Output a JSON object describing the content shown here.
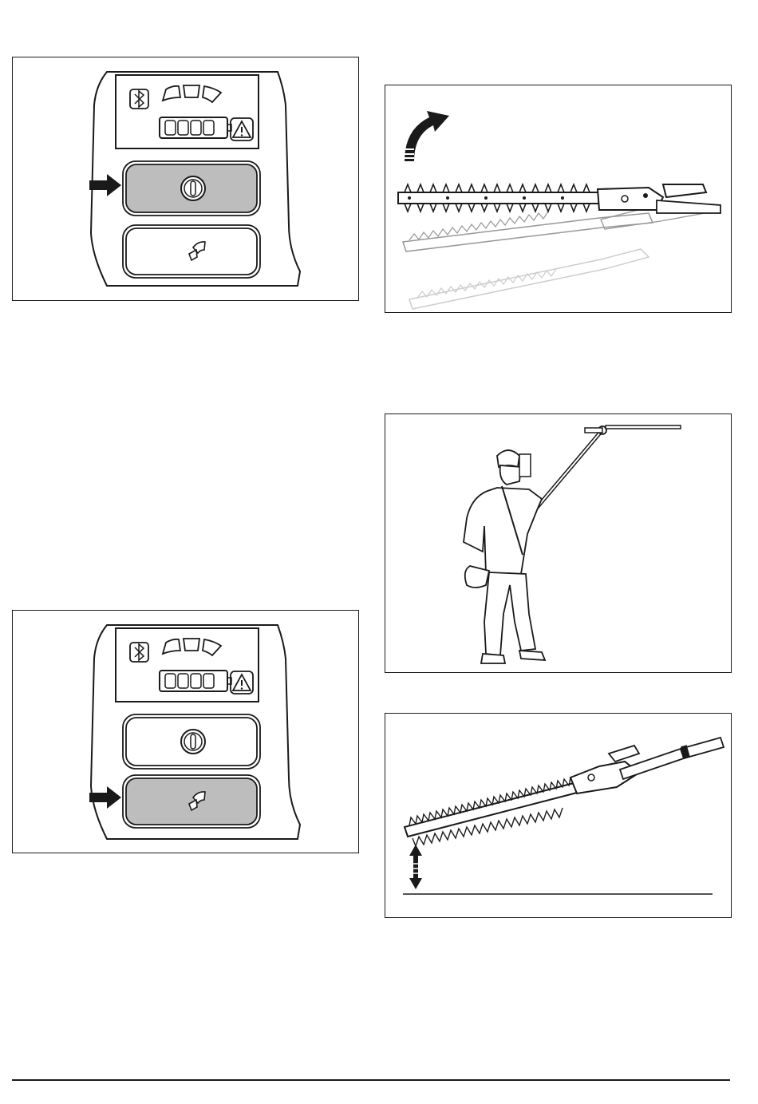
{
  "figures": [
    {
      "id": "panel-power",
      "subject": "control-panel",
      "highlighted_button": "power-button"
    },
    {
      "id": "blade-angle",
      "subject": "adjustable-blade-angle"
    },
    {
      "id": "operator",
      "subject": "operator-with-pole-hedge-trimmer"
    },
    {
      "id": "panel-boost",
      "subject": "control-panel",
      "highlighted_button": "boost-button"
    },
    {
      "id": "cut-height",
      "subject": "blade-height-adjustment"
    }
  ],
  "icons": {
    "bluetooth": "bluetooth-icon",
    "speed": "speed-indicator-icon",
    "battery": "battery-icon",
    "warning": "warning-icon",
    "power": "power-icon",
    "boost": "boost-icon",
    "pointer": "arrow-icon"
  },
  "colors": {
    "line": "#1a1a1a",
    "highlight_fill": "#bdbdbd",
    "ghost": "#b5b5b5"
  }
}
